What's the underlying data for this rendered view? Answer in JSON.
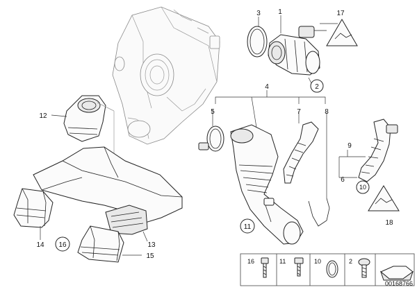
{
  "callouts": {
    "c1": "1",
    "c2": "2",
    "c3": "3",
    "c4": "4",
    "c5": "5",
    "c7": "7",
    "c8": "8",
    "c9": "9",
    "c6": "6",
    "c10": "10",
    "c11": "11",
    "c12": "12",
    "c13": "13",
    "c14": "14",
    "c15": "15",
    "c16": "16",
    "c17": "17",
    "c18": "18"
  },
  "parts_strip": {
    "items": [
      "16",
      "11",
      "10",
      "2"
    ]
  },
  "reference_number": "00168766"
}
